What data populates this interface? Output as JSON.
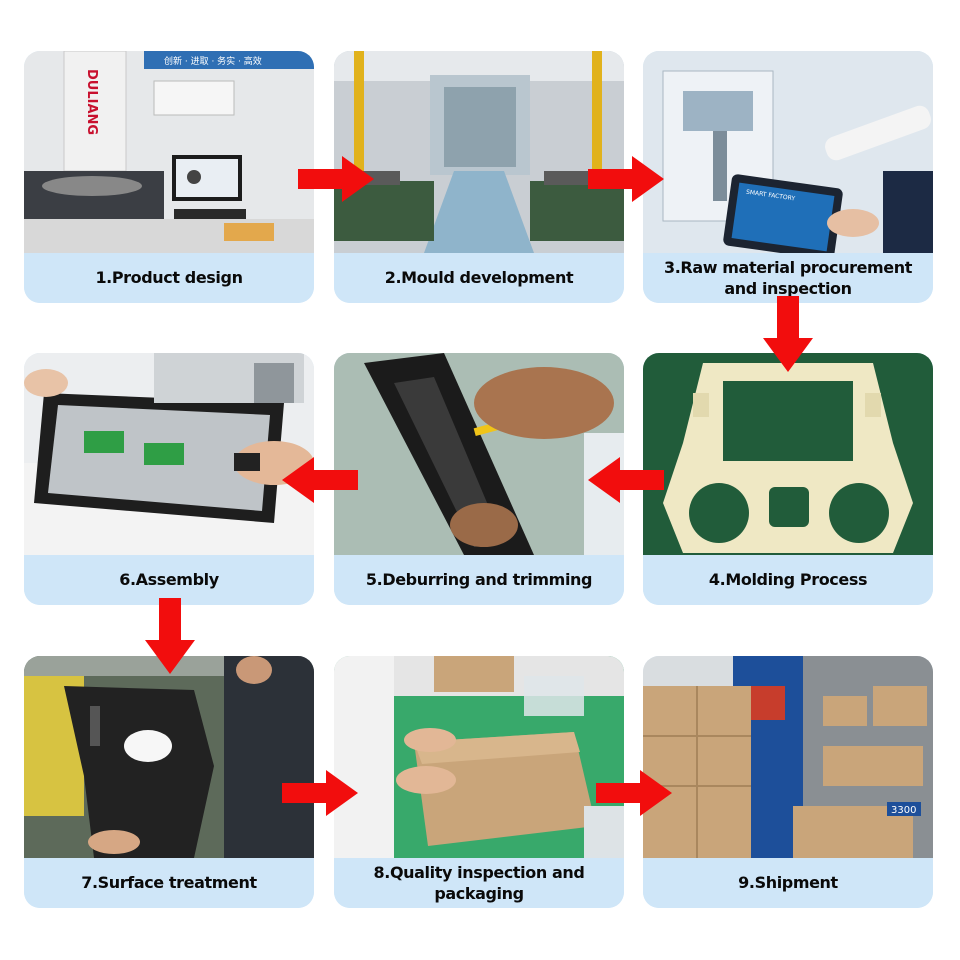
{
  "steps": [
    {
      "label": "1.Product design"
    },
    {
      "label": "2.Mould development"
    },
    {
      "label": "3.Raw material procurement and inspection"
    },
    {
      "label": "4.Molding Process"
    },
    {
      "label": "5.Deburring and trimming"
    },
    {
      "label": "6.Assembly"
    },
    {
      "label": "7.Surface treatment"
    },
    {
      "label": "8.Quality inspection and packaging"
    },
    {
      "label": "9.Shipment"
    }
  ],
  "photo_text": {
    "brand_vertical": "DULIANG",
    "banner": "创新 · 进取 · 务实 · 高效",
    "tablet_header": "SMART FACTORY",
    "truck_number": "3300"
  },
  "colors": {
    "label_bg": "#cfe6f8",
    "arrow": "#f20d0d",
    "box": "#c9a57a",
    "plastic": "#efe8c4"
  }
}
